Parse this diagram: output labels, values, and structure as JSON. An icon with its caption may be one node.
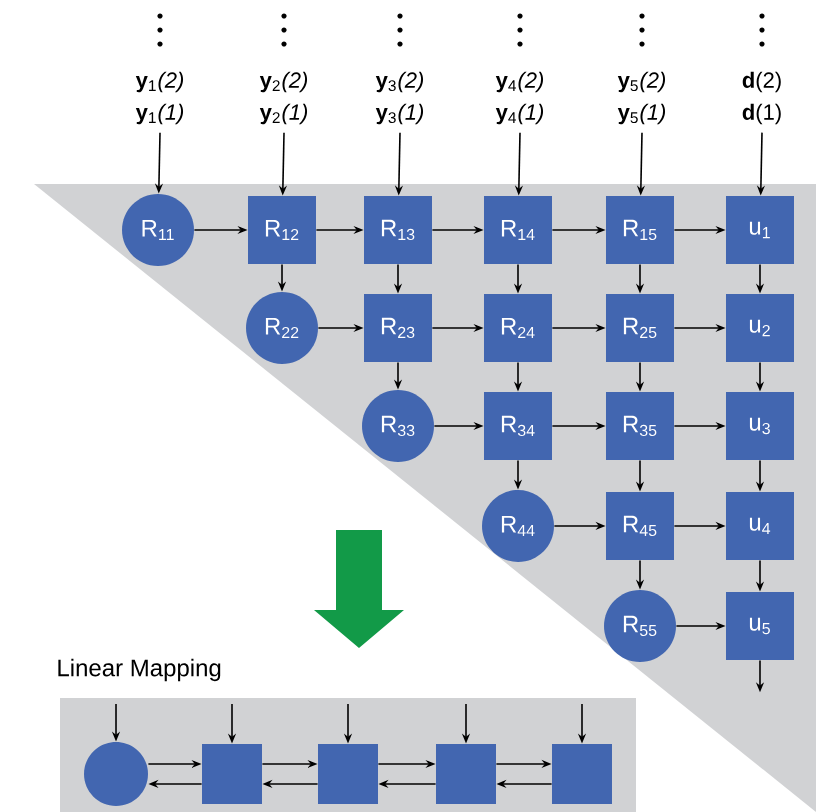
{
  "diagram": {
    "nodes": [
      {
        "text": [
          "**y**$_{1}$*(2)*",
          "**y**$_{1}$*(1)*"
        ]
      },
      {
        "text": [
          "**y**$_{2}$*(2)*",
          "**y**$_{2}$*(1)*"
        ]
      },
      {
        "text": [
          "**y**$_{3}$*(2)*",
          "**y**$_{3}$*(1)*"
        ]
      },
      {
        "text": [
          "**y**$_{4}$*(2)*",
          "**y**$_{4}$*(1)*"
        ]
      },
      {
        "text": [
          "**y**$_{5}$*(2)*",
          "**y**$_{5}$*(1)*"
        ]
      },
      {
        "text": [
          "**d**(2)",
          "**d**(1)"
        ]
      },
      {
        "text": [
          "R$_{11}$"
        ]
      },
      {
        "text": [
          "R$_{12}$"
        ]
      },
      {
        "text": [
          "R$_{13}$"
        ]
      },
      {
        "text": [
          "R$_{14}$"
        ]
      },
      {
        "text": [
          "R$_{15}$"
        ]
      },
      {
        "text": [
          "u$_{1}$"
        ]
      },
      {
        "text": [
          "R$_{22}$"
        ]
      },
      {
        "text": [
          "R$_{23}$"
        ]
      },
      {
        "text": [
          "R$_{24}$"
        ]
      },
      {
        "text": [
          "R$_{25}$"
        ]
      },
      {
        "text": [
          "u$_{2}$"
        ]
      },
      {
        "text": [
          "R$_{33}$"
        ]
      },
      {
        "text": [
          "R$_{34}$"
        ]
      },
      {
        "text": [
          "R$_{35}$"
        ]
      },
      {
        "text": [
          "u$_{3}$"
        ]
      },
      {
        "text": [
          "R$_{44}$"
        ]
      },
      {
        "text": [
          "R$_{45}$"
        ]
      },
      {
        "text": [
          "u$_{4}$"
        ]
      },
      {
        "text": [
          "R$_{55}$"
        ]
      },
      {
        "text": [
          "u$_{5}$"
        ]
      },
      {
        "text": [],
        "shape": "circle"
      },
      {
        "text": [],
        "shape": "box"
      },
      {
        "text": [],
        "shape": "box"
      },
      {
        "text": [],
        "shape": "box"
      },
      {
        "text": [],
        "shape": "box"
      }
    ],
    "edges": [
      {
        "from": 0,
        "to": 6,
        "arrow": "to"
      },
      {
        "from": 1,
        "to": 7,
        "arrow": "to"
      },
      {
        "from": 2,
        "to": 8,
        "arrow": "to"
      },
      {
        "from": 3,
        "to": 9,
        "arrow": "to"
      },
      {
        "from": 4,
        "to": 10,
        "arrow": "to"
      },
      {
        "from": 5,
        "to": 11,
        "arrow": "to"
      },
      {
        "from": 6,
        "to": 7,
        "arrow": "to"
      },
      {
        "from": 7,
        "to": 8,
        "arrow": "to"
      },
      {
        "from": 8,
        "to": 9,
        "arrow": "to"
      },
      {
        "from": 9,
        "to": 10,
        "arrow": "to"
      },
      {
        "from": 10,
        "to": 11,
        "arrow": "to"
      },
      {
        "from": 12,
        "to": 13,
        "arrow": "to"
      },
      {
        "from": 13,
        "to": 14,
        "arrow": "to"
      },
      {
        "from": 14,
        "to": 15,
        "arrow": "to"
      },
      {
        "from": 15,
        "to": 16,
        "arrow": "to"
      },
      {
        "from": 17,
        "to": 18,
        "arrow": "to"
      },
      {
        "from": 18,
        "to": 19,
        "arrow": "to"
      },
      {
        "from": 19,
        "to": 20,
        "arrow": "to"
      },
      {
        "from": 21,
        "to": 22,
        "arrow": "to"
      },
      {
        "from": 22,
        "to": 23,
        "arrow": "to"
      },
      {
        "from": 24,
        "to": 25,
        "arrow": "to"
      },
      {
        "from": 7,
        "to": 12,
        "arrow": "to"
      },
      {
        "from": 8,
        "to": 13,
        "arrow": "to"
      },
      {
        "from": 13,
        "to": 17,
        "arrow": "to"
      },
      {
        "from": 9,
        "to": 14,
        "arrow": "to"
      },
      {
        "from": 14,
        "to": 18,
        "arrow": "to"
      },
      {
        "from": 18,
        "to": 21,
        "arrow": "to"
      },
      {
        "from": 10,
        "to": 15,
        "arrow": "to"
      },
      {
        "from": 15,
        "to": 19,
        "arrow": "to"
      },
      {
        "from": 19,
        "to": 22,
        "arrow": "to"
      },
      {
        "from": 22,
        "to": 24,
        "arrow": "to"
      },
      {
        "from": 11,
        "to": 16,
        "arrow": "to"
      },
      {
        "from": 16,
        "to": 20,
        "arrow": "to"
      },
      {
        "from": 20,
        "to": 23,
        "arrow": "to"
      },
      {
        "from": 23,
        "to": 25,
        "arrow": "to"
      },
      {
        "from": 25,
        "to": null,
        "arrow": "to"
      },
      {
        "from": null,
        "to": 26,
        "arrow": "to"
      },
      {
        "from": null,
        "to": 27,
        "arrow": "to"
      },
      {
        "from": null,
        "to": 28,
        "arrow": "to"
      },
      {
        "from": null,
        "to": 29,
        "arrow": "to"
      },
      {
        "from": null,
        "to": 30,
        "arrow": "to"
      },
      {
        "from": 26,
        "to": 27,
        "arrow": "to"
      },
      {
        "from": 27,
        "to": 26,
        "arrow": "to"
      },
      {
        "from": 27,
        "to": 28,
        "arrow": "to"
      },
      {
        "from": 28,
        "to": 27,
        "arrow": "to"
      },
      {
        "from": 28,
        "to": 29,
        "arrow": "to"
      },
      {
        "from": 29,
        "to": 28,
        "arrow": "to"
      },
      {
        "from": 29,
        "to": 30,
        "arrow": "to"
      },
      {
        "from": 30,
        "to": 29,
        "arrow": "to"
      }
    ],
    "labels": [
      "Linear Mapping"
    ]
  }
}
